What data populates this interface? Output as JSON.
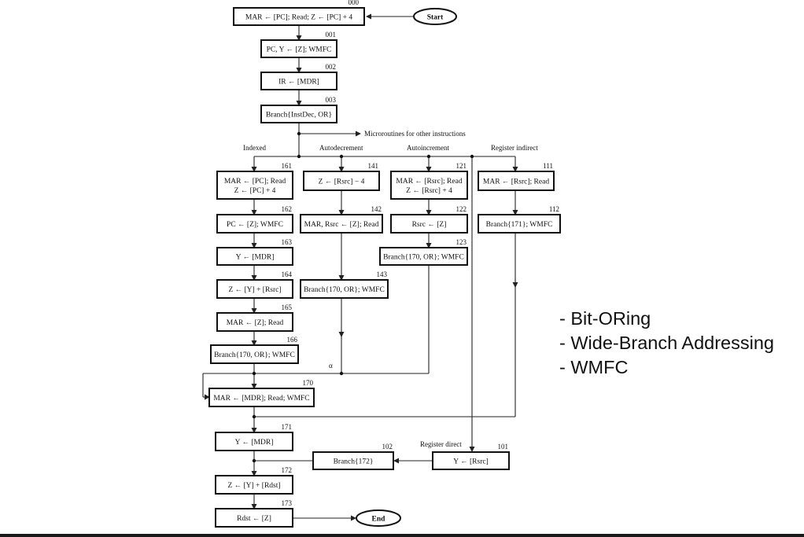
{
  "flowchart": {
    "terminals": {
      "start": "Start",
      "end": "End"
    },
    "boxes": [
      {
        "id": "b000",
        "addr": "000",
        "lines": [
          "MAR ← [PC]; Read; Z ← [PC] + 4"
        ]
      },
      {
        "id": "b001",
        "addr": "001",
        "lines": [
          "PC, Y ← [Z]; WMFC"
        ]
      },
      {
        "id": "b002",
        "addr": "002",
        "lines": [
          "IR ← [MDR]"
        ]
      },
      {
        "id": "b003",
        "addr": "003",
        "lines": [
          "Branch{InstDec, OR}"
        ]
      },
      {
        "id": "b161",
        "addr": "161",
        "lines": [
          "MAR ← [PC]; Read",
          "Z ← [PC] + 4"
        ]
      },
      {
        "id": "b162",
        "addr": "162",
        "lines": [
          "PC ← [Z]; WMFC"
        ]
      },
      {
        "id": "b163",
        "addr": "163",
        "lines": [
          "Y ← [MDR]"
        ]
      },
      {
        "id": "b164",
        "addr": "164",
        "lines": [
          "Z ← [Y] + [Rsrc]"
        ]
      },
      {
        "id": "b165",
        "addr": "165",
        "lines": [
          "MAR ← [Z]; Read"
        ]
      },
      {
        "id": "b166",
        "addr": "166",
        "lines": [
          "Branch{170, OR}; WMFC"
        ]
      },
      {
        "id": "b141",
        "addr": "141",
        "lines": [
          "Z ← [Rsrc] − 4"
        ]
      },
      {
        "id": "b142",
        "addr": "142",
        "lines": [
          "MAR, Rsrc ← [Z]; Read"
        ]
      },
      {
        "id": "b143",
        "addr": "143",
        "lines": [
          "Branch{170, OR}; WMFC"
        ]
      },
      {
        "id": "b121",
        "addr": "121",
        "lines": [
          "MAR ← [Rsrc]; Read",
          "Z ← [Rsrc] + 4"
        ]
      },
      {
        "id": "b122",
        "addr": "122",
        "lines": [
          "Rsrc ← [Z]"
        ]
      },
      {
        "id": "b123",
        "addr": "123",
        "lines": [
          "Branch{170, OR}; WMFC"
        ]
      },
      {
        "id": "b111",
        "addr": "111",
        "lines": [
          "MAR ← [Rsrc]; Read"
        ]
      },
      {
        "id": "b112",
        "addr": "112",
        "lines": [
          "Branch{171}; WMFC"
        ]
      },
      {
        "id": "b170",
        "addr": "170",
        "lines": [
          "MAR ← [MDR]; Read; WMFC"
        ]
      },
      {
        "id": "b171",
        "addr": "171",
        "lines": [
          "Y ← [MDR]"
        ]
      },
      {
        "id": "b101",
        "addr": "101",
        "lines": [
          "Y ← [Rsrc]"
        ]
      },
      {
        "id": "b102",
        "addr": "102",
        "lines": [
          "Branch{172}"
        ]
      },
      {
        "id": "b172",
        "addr": "172",
        "lines": [
          "Z ← [Y] + [Rdst]"
        ]
      },
      {
        "id": "b173",
        "addr": "173",
        "lines": [
          "Rdst ← [Z]"
        ]
      }
    ],
    "labels": {
      "other": "Microroutines for other instructions",
      "indexed": "Indexed",
      "autodecrement": "Autodecrement",
      "autoincrement": "Autoincrement",
      "register_indirect": "Register indirect",
      "register_direct": "Register direct",
      "alpha": "α"
    }
  },
  "notes": [
    "- Bit-ORing",
    "- Wide-Branch Addressing",
    "- WMFC"
  ]
}
